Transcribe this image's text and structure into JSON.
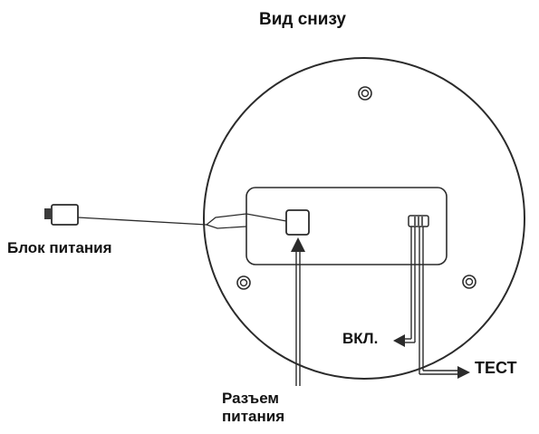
{
  "diagram": {
    "title": "Вид снизу",
    "labels": {
      "power_unit": "Блок питания",
      "connector_line1": "Разъем",
      "connector_line2": "питания",
      "on": "ВКЛ.",
      "test": "ТЕСТ"
    },
    "colors": {
      "stroke": "#2b2b2b",
      "fill": "#ffffff",
      "plug_fill": "#3a3a3a"
    },
    "icons": [
      "screw-icon",
      "screw-icon",
      "screw-icon",
      "plug-icon",
      "switch-icon",
      "arrow-icon"
    ]
  }
}
